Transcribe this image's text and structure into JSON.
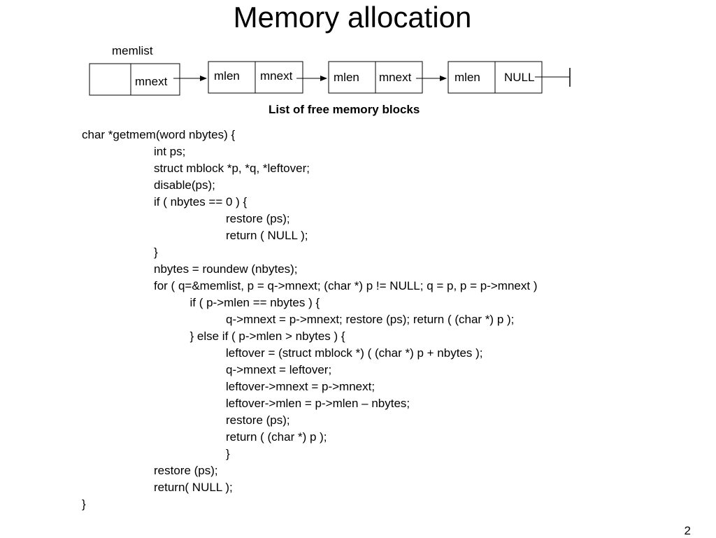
{
  "slide": {
    "title": "Memory allocation",
    "page_number": "2"
  },
  "diagram": {
    "head_label": "memlist",
    "head_field": "mnext",
    "blocks": [
      {
        "len": "mlen",
        "next": "mnext"
      },
      {
        "len": "mlen",
        "next": "mnext"
      },
      {
        "len": "mlen",
        "next": "NULL"
      }
    ],
    "caption": "List of free memory blocks"
  },
  "code": {
    "lines": [
      {
        "indent": 0,
        "text": "char *getmem(word nbytes) {"
      },
      {
        "indent": 1,
        "text": "int ps;"
      },
      {
        "indent": 1,
        "text": "struct mblock *p, *q, *leftover;"
      },
      {
        "indent": 1,
        "text": "disable(ps);"
      },
      {
        "indent": 1,
        "text": "if ( nbytes == 0 ) {"
      },
      {
        "indent": 2,
        "text": "restore (ps);"
      },
      {
        "indent": 2,
        "text": "return ( NULL );"
      },
      {
        "indent": 1,
        "text": "}"
      },
      {
        "indent": 1,
        "text": "nbytes = roundew (nbytes);"
      },
      {
        "indent": 1,
        "text": "for ( q=&memlist, p = q->mnext; (char *) p != NULL; q = p, p = p->mnext )"
      },
      {
        "indent": 1.5,
        "text": "if ( p->mlen == nbytes ) {"
      },
      {
        "indent": 2,
        "text": "q->mnext = p->mnext; restore (ps); return ( (char *) p );"
      },
      {
        "indent": 1.5,
        "text": "} else if ( p->mlen > nbytes ) {"
      },
      {
        "indent": 2,
        "text": "leftover = (struct mblock *) ( (char *) p + nbytes );"
      },
      {
        "indent": 2,
        "text": "q->mnext = leftover;"
      },
      {
        "indent": 2,
        "text": "leftover->mnext = p->mnext;"
      },
      {
        "indent": 2,
        "text": "leftover->mlen = p->mlen – nbytes;"
      },
      {
        "indent": 2,
        "text": "restore (ps);"
      },
      {
        "indent": 2,
        "text": "return ( (char *) p );"
      },
      {
        "indent": 2,
        "text": "}"
      },
      {
        "indent": 1,
        "text": "restore (ps);"
      },
      {
        "indent": 1,
        "text": "return( NULL );"
      },
      {
        "indent": 0,
        "text": "}"
      }
    ]
  }
}
